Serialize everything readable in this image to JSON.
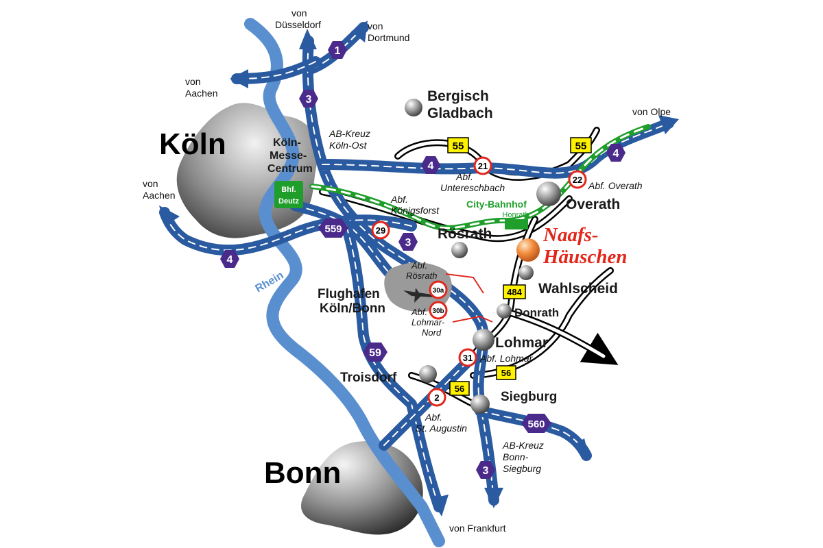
{
  "cities": {
    "koeln": "Köln",
    "bonn": "Bonn",
    "bergisch_1": "Bergisch",
    "bergisch_2": "Gladbach",
    "overath": "Overath",
    "roesrath": "Rösrath",
    "wahlscheid": "Wahlscheid",
    "donrath": "Donrath",
    "lohmar": "Lohmar",
    "troisdorf": "Troisdorf",
    "siegburg": "Siegburg",
    "flughafen_1": "Flughafen",
    "flughafen_2": "Köln/Bonn",
    "messe_1": "Köln-",
    "messe_2": "Messe-",
    "messe_3": "Centrum"
  },
  "origins": {
    "duesseldorf_1": "von",
    "duesseldorf_2": "Düsseldorf",
    "dortmund_1": "von",
    "dortmund_2": "Dortmund",
    "aachen_top_1": "von",
    "aachen_top_2": "Aachen",
    "aachen_left_1": "von",
    "aachen_left_2": "Aachen",
    "olpe": "von Olpe",
    "frankfurt": "von Frankfurt"
  },
  "junctions": {
    "kreuz_ost_1": "AB-Kreuz",
    "kreuz_ost_2": "Köln-Ost",
    "untereschbach_1": "Abf.",
    "untereschbach_2": "Untereschbach",
    "overath": "Abf. Overath",
    "koenigsforst_1": "Abf.",
    "koenigsforst_2": "Königsforst",
    "roesrath_1": "Abf.",
    "roesrath_2": "Rösrath",
    "lohmar_nord_1": "Abf.",
    "lohmar_nord_2": "Lohmar-",
    "lohmar_nord_3": "Nord",
    "lohmar": "Abf. Lohmar",
    "st_augustin_1": "Abf.",
    "st_augustin_2": "St. Augustin",
    "kreuz_bonn_1": "AB-Kreuz",
    "kreuz_bonn_2": "Bonn-",
    "kreuz_bonn_3": "Siegburg"
  },
  "autobahn_shields": {
    "a1": "1",
    "a3_top": "3",
    "a4_mid": "4",
    "a4_left": "4",
    "a4_right": "4",
    "a559": "559",
    "a3_mid": "3",
    "a59": "59",
    "a560": "560",
    "a3_bottom": "3"
  },
  "exit_numbers": {
    "e21": "21",
    "e22": "22",
    "e29": "29",
    "e30a": "30a",
    "e30b": "30b",
    "e31": "31",
    "e2": "2"
  },
  "bundesstrassen": {
    "b55_left": "55",
    "b55_right": "55",
    "b484": "484",
    "b56_right": "56",
    "b56_left": "56"
  },
  "rail": {
    "bhf_1": "Bhf.",
    "bhf_2": "Deutz",
    "city_bahnhof": "City-Bahnhof",
    "honrath": "Honrath"
  },
  "river": {
    "rhein_1": "Rhein",
    "rhein_2": "Rhein"
  },
  "destination": {
    "line_1": "Naafs-",
    "line_2": "Häuschen"
  },
  "colors": {
    "autobahn": "#2a5aa0",
    "river": "#5a8fcf",
    "shield": "#4a2a8a",
    "exit_ring": "#e1261c",
    "bundesstrasse": "#fff200",
    "rail": "#1f9e2b",
    "destination": "#e1261c",
    "destination_marker": "#f08a3a"
  }
}
